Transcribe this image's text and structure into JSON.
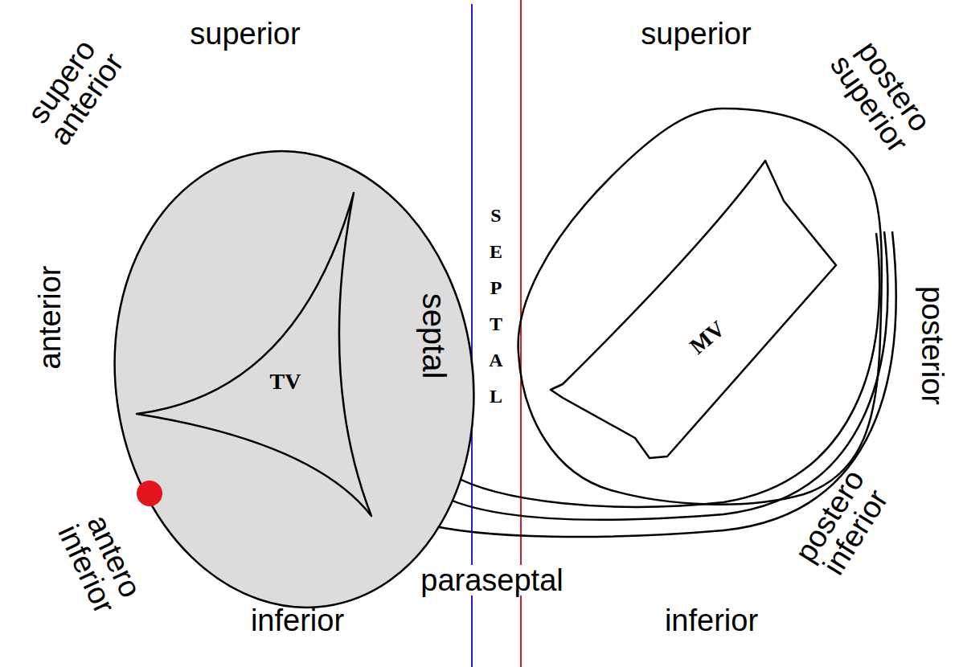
{
  "diagram": {
    "nodes": [
      {
        "text": [
          "septal"
        ]
      },
      {
        "text": [
          "TV"
        ],
        "in": 0
      },
      {
        "text": [
          "MV"
        ]
      }
    ],
    "labels": [
      "superior",
      "supero anterior",
      "anterior",
      "antero inferior",
      "inferior",
      "SEPTAL",
      "paraseptal",
      "inferior",
      "superior",
      "postero superior",
      "posterior",
      "postero inferior"
    ]
  }
}
